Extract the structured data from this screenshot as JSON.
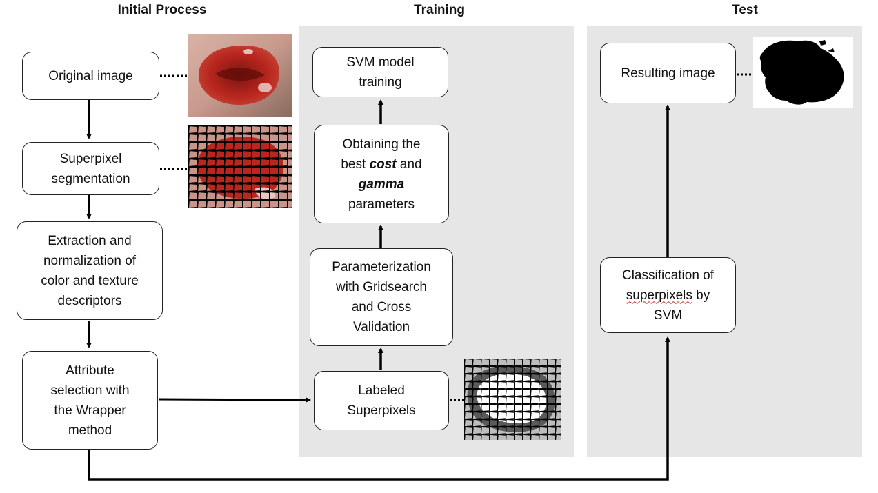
{
  "headings": {
    "initial": "Initial Process",
    "training": "Training",
    "test": "Test"
  },
  "initial": {
    "original_image": "Original image",
    "superpixel_segmentation": "Superpixel\nsegmentation",
    "extraction": "Extraction and\nnormalization of\ncolor and texture\ndescriptors",
    "attribute_selection": "Attribute\nselection with\nthe Wrapper\nmethod"
  },
  "training": {
    "svm_training": "SVM model\ntraining",
    "best_params": {
      "line1": "Obtaining the",
      "best": "best ",
      "cost": "cost",
      "and": " and",
      "gamma": "gamma",
      "line4": "parameters"
    },
    "parameterization": "Parameterization\nwith Gridsearch\nand Cross\nValidation",
    "labeled": "Labeled\nSuperpixels"
  },
  "test": {
    "resulting_image": "Resulting image",
    "classification": {
      "line1": "Classification of",
      "superpixels": "superpixels",
      "by": " by",
      "line3": "SVM"
    }
  },
  "colors": {
    "panel": "#e7e6e6",
    "wound_red": "#b8261e",
    "skin": "#c9958a"
  }
}
